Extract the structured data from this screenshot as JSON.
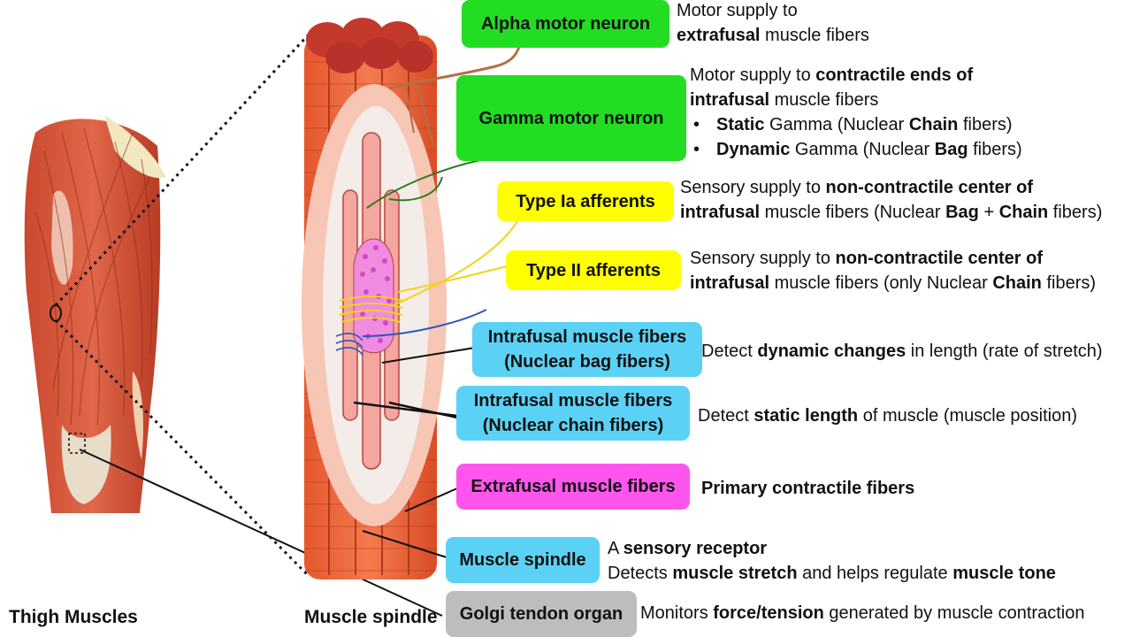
{
  "captions": {
    "thigh": "Thigh Muscles",
    "spindle": "Muscle spindle"
  },
  "labels": {
    "alpha": {
      "text": "Alpha motor neuron",
      "color": "#22dd22"
    },
    "gamma": {
      "text": "Gamma motor neuron",
      "color": "#22dd22"
    },
    "type_ia": {
      "text": "Type Ia afferents",
      "color": "#ffff00"
    },
    "type_ii": {
      "text": "Type II afferents",
      "color": "#ffff00"
    },
    "bag": {
      "line1": "Intrafusal muscle fibers",
      "line2": "(Nuclear bag fibers)",
      "color": "#5bd2f5"
    },
    "chain": {
      "line1": "Intrafusal muscle fibers",
      "line2": "(Nuclear chain fibers)",
      "color": "#5bd2f5"
    },
    "extrafusal": {
      "text": "Extrafusal muscle fibers",
      "color": "#ff55ee"
    },
    "spindle": {
      "text": "Muscle spindle",
      "color": "#5bd2f5"
    },
    "golgi": {
      "text": "Golgi tendon organ",
      "color": "#bdbdbd"
    }
  },
  "descriptions": {
    "alpha": {
      "l1": "Motor supply to",
      "l2_b": "extrafusal",
      "l2_r": " muscle fibers"
    },
    "gamma": {
      "l1_a": "Motor supply to ",
      "l1_b": "contractile ends of",
      "l2_b": "intrafusal",
      "l2_r": " muscle fibers",
      "b1_b": "Static",
      "b1_r1": " Gamma (Nuclear ",
      "b1_b2": "Chain",
      "b1_r2": " fibers)",
      "b2_b": "Dynamic",
      "b2_r1": " Gamma (Nuclear ",
      "b2_b2": "Bag",
      "b2_r2": " fibers)"
    },
    "type_ia": {
      "l1_a": "Sensory supply to ",
      "l1_b": "non-contractile center of",
      "l2_b": "intrafusal",
      "l2_r1": " muscle fibers (Nuclear ",
      "l2_b2": "Bag",
      "l2_r2": " + ",
      "l2_b3": "Chain",
      "l2_r3": " fibers)"
    },
    "type_ii": {
      "l1_a": "Sensory supply to ",
      "l1_b": "non-contractile center of",
      "l2_b": "intrafusal",
      "l2_r1": " muscle fibers (only Nuclear ",
      "l2_b2": "Chain",
      "l2_r2": " fibers)"
    },
    "bag": {
      "a": "Detect ",
      "b": "dynamic changes",
      "c": " in length (rate of stretch)"
    },
    "chain": {
      "a": "Detect ",
      "b": "static length",
      "c": " of muscle (muscle position)"
    },
    "extrafusal": {
      "b": "Primary contractile fibers"
    },
    "spindle": {
      "l1_a": "A ",
      "l1_b": "sensory receptor",
      "l2_a": "Detects ",
      "l2_b": "muscle stretch",
      "l2_c": " and helps regulate ",
      "l2_d": "muscle tone"
    },
    "golgi": {
      "a": "Monitors ",
      "b": "force/tension",
      "c": " generated by muscle contraction"
    }
  },
  "icons": {
    "thigh": "thigh-muscles-illustration",
    "spindle": "muscle-spindle-illustration"
  }
}
